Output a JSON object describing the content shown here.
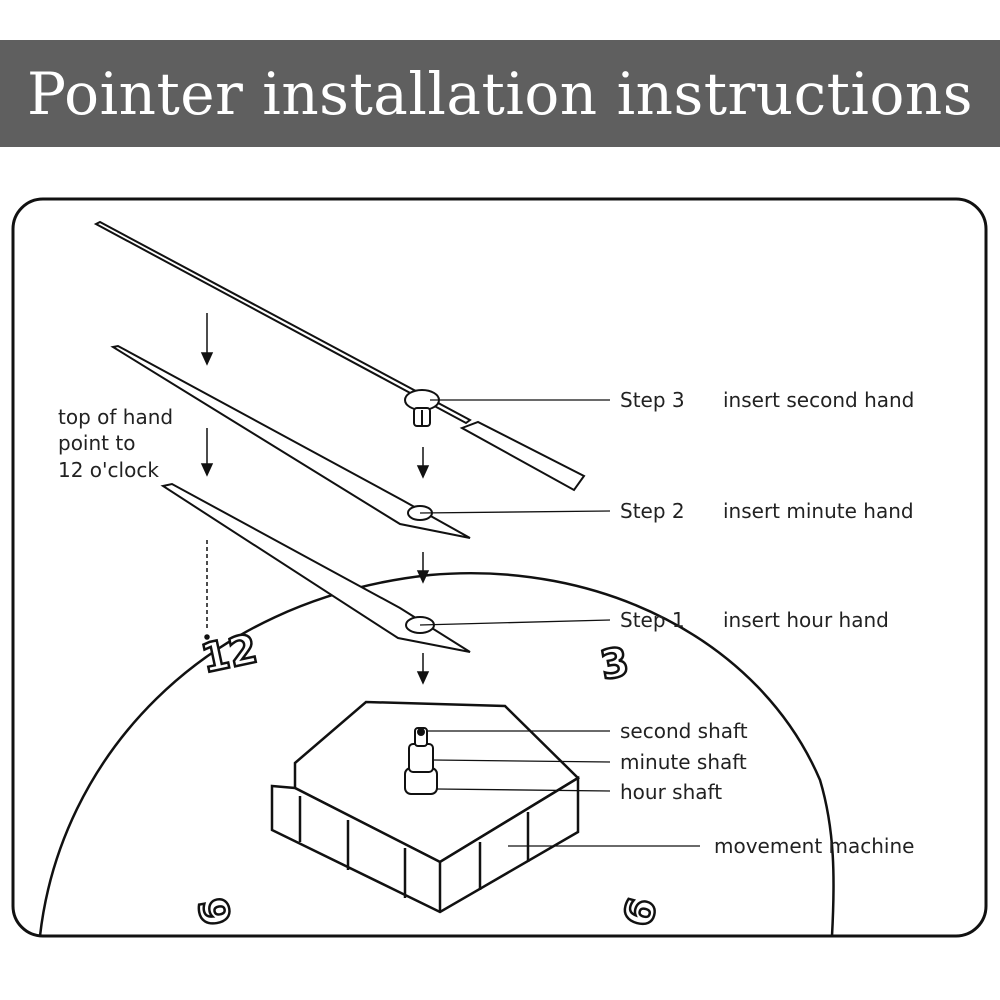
{
  "title": "Pointer installation instructions",
  "note": {
    "line1": "top of hand",
    "line2": "point to",
    "line3": "12 o'clock"
  },
  "steps": [
    {
      "step": "Step 3",
      "action": "insert second hand"
    },
    {
      "step": "Step 2",
      "action": "insert minute hand"
    },
    {
      "step": "Step 1",
      "action": "insert hour hand"
    }
  ],
  "shafts": {
    "second": "second shaft",
    "minute": "minute shaft",
    "hour": "hour shaft"
  },
  "movement": "movement  machine",
  "dial_numbers": {
    "twelve": "12",
    "three": "3",
    "six": "6",
    "nine": "9"
  },
  "colors": {
    "banner": "#5f5f5f",
    "line": "#111111"
  }
}
